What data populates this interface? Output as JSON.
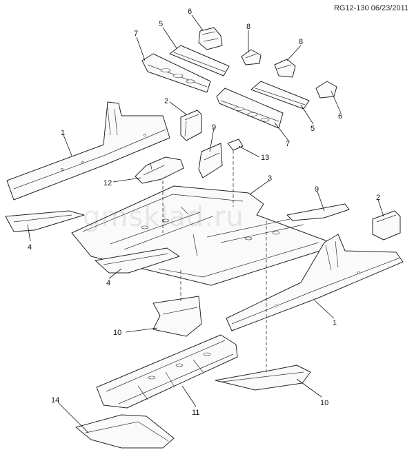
{
  "reference": "RG12-130 06/23/2011",
  "watermark": "gmsklad.ru",
  "callouts": [
    "1",
    "1",
    "2",
    "2",
    "3",
    "4",
    "4",
    "5",
    "5",
    "6",
    "6",
    "7",
    "7",
    "8",
    "8",
    "9",
    "9",
    "10",
    "10",
    "11",
    "12",
    "13",
    "14"
  ]
}
